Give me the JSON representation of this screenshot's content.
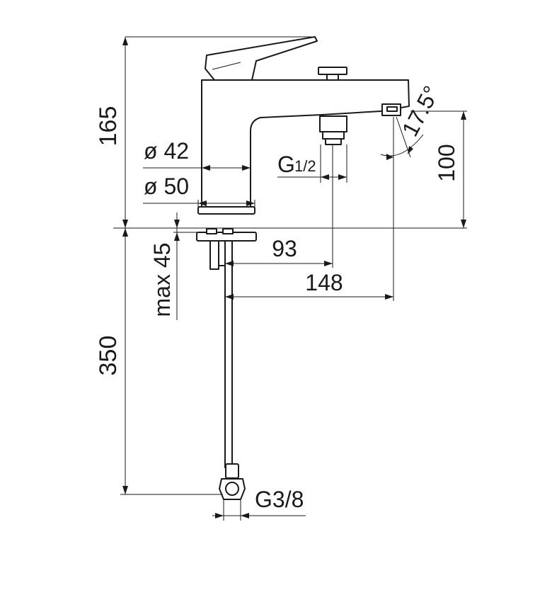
{
  "drawing": {
    "dimensions": {
      "height_total": "165",
      "diameter_body": "ø 42",
      "diameter_base": "ø 50",
      "spout_thread": "G",
      "spout_thread_fraction": "1/2",
      "angle": "17.5°",
      "spout_height": "100",
      "max_deck_thickness": "max 45",
      "spout_reach": "93",
      "overall_reach": "148",
      "hose_length": "350",
      "hose_thread": "G3/8"
    }
  }
}
